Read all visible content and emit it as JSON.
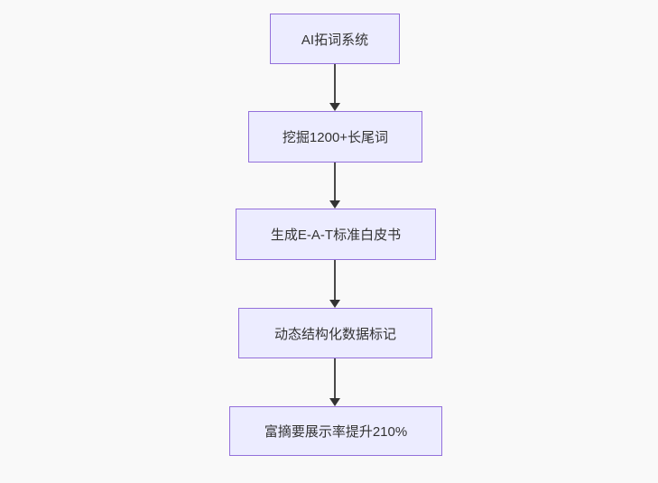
{
  "diagram": {
    "type": "flowchart",
    "direction": "top-down",
    "nodes": [
      {
        "id": "step-1",
        "label": "AI拓词系统"
      },
      {
        "id": "step-2",
        "label": "挖掘1200+长尾词"
      },
      {
        "id": "step-3",
        "label": "生成E-A-T标准白皮书"
      },
      {
        "id": "step-4",
        "label": "动态结构化数据标记"
      },
      {
        "id": "step-5",
        "label": "富摘要展示率提升210%"
      }
    ],
    "edges": [
      {
        "from": "step-1",
        "to": "step-2",
        "style": "arrow-down"
      },
      {
        "from": "step-2",
        "to": "step-3",
        "style": "arrow-down"
      },
      {
        "from": "step-3",
        "to": "step-4",
        "style": "arrow-down"
      },
      {
        "from": "step-4",
        "to": "step-5",
        "style": "arrow-down"
      }
    ],
    "colors": {
      "background": "#f9f9f9",
      "node_fill": "#ececff",
      "node_border": "#9370db",
      "node_text": "#333333",
      "edge_stroke": "#333333"
    }
  }
}
